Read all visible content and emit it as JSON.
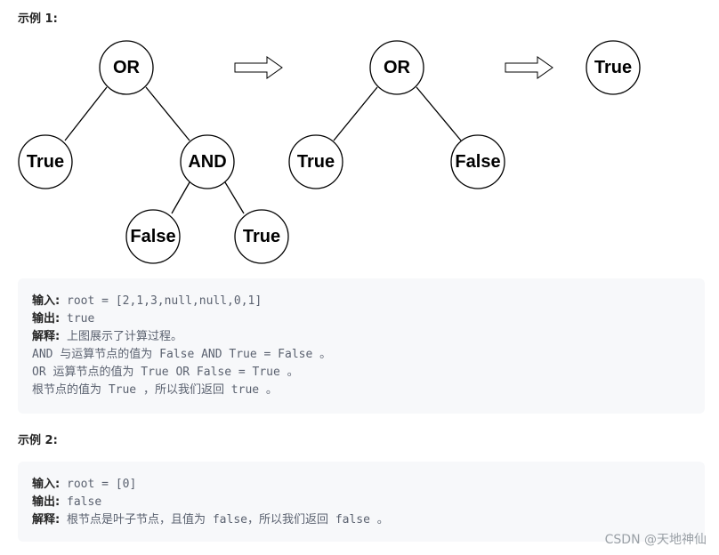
{
  "example1": {
    "heading": "示例 1:",
    "trees": {
      "tree1": {
        "root": "OR",
        "left": "True",
        "right": "AND",
        "right_left": "False",
        "right_right": "True"
      },
      "tree2": {
        "root": "OR",
        "left": "True",
        "right": "False"
      },
      "tree3": {
        "root": "True"
      }
    },
    "arrow_icon": "right-arrow-icon",
    "code": {
      "input_label": "输入:",
      "input_value": " root = [2,1,3,null,null,0,1]",
      "output_label": "输出:",
      "output_value": " true",
      "explain_label": "解释:",
      "explain_value": " 上图展示了计算过程。",
      "line4": "AND 与运算节点的值为 False AND True = False 。",
      "line5": "OR 运算节点的值为 True OR False = True 。",
      "line6": "根节点的值为 True ，所以我们返回 true 。"
    }
  },
  "example2": {
    "heading": "示例 2:",
    "code": {
      "input_label": "输入:",
      "input_value": " root = [0]",
      "output_label": "输出:",
      "output_value": " false",
      "explain_label": "解释:",
      "explain_value": " 根节点是叶子节点，且值为 false，所以我们返回 false 。"
    }
  },
  "watermark": "CSDN @天地神仙"
}
